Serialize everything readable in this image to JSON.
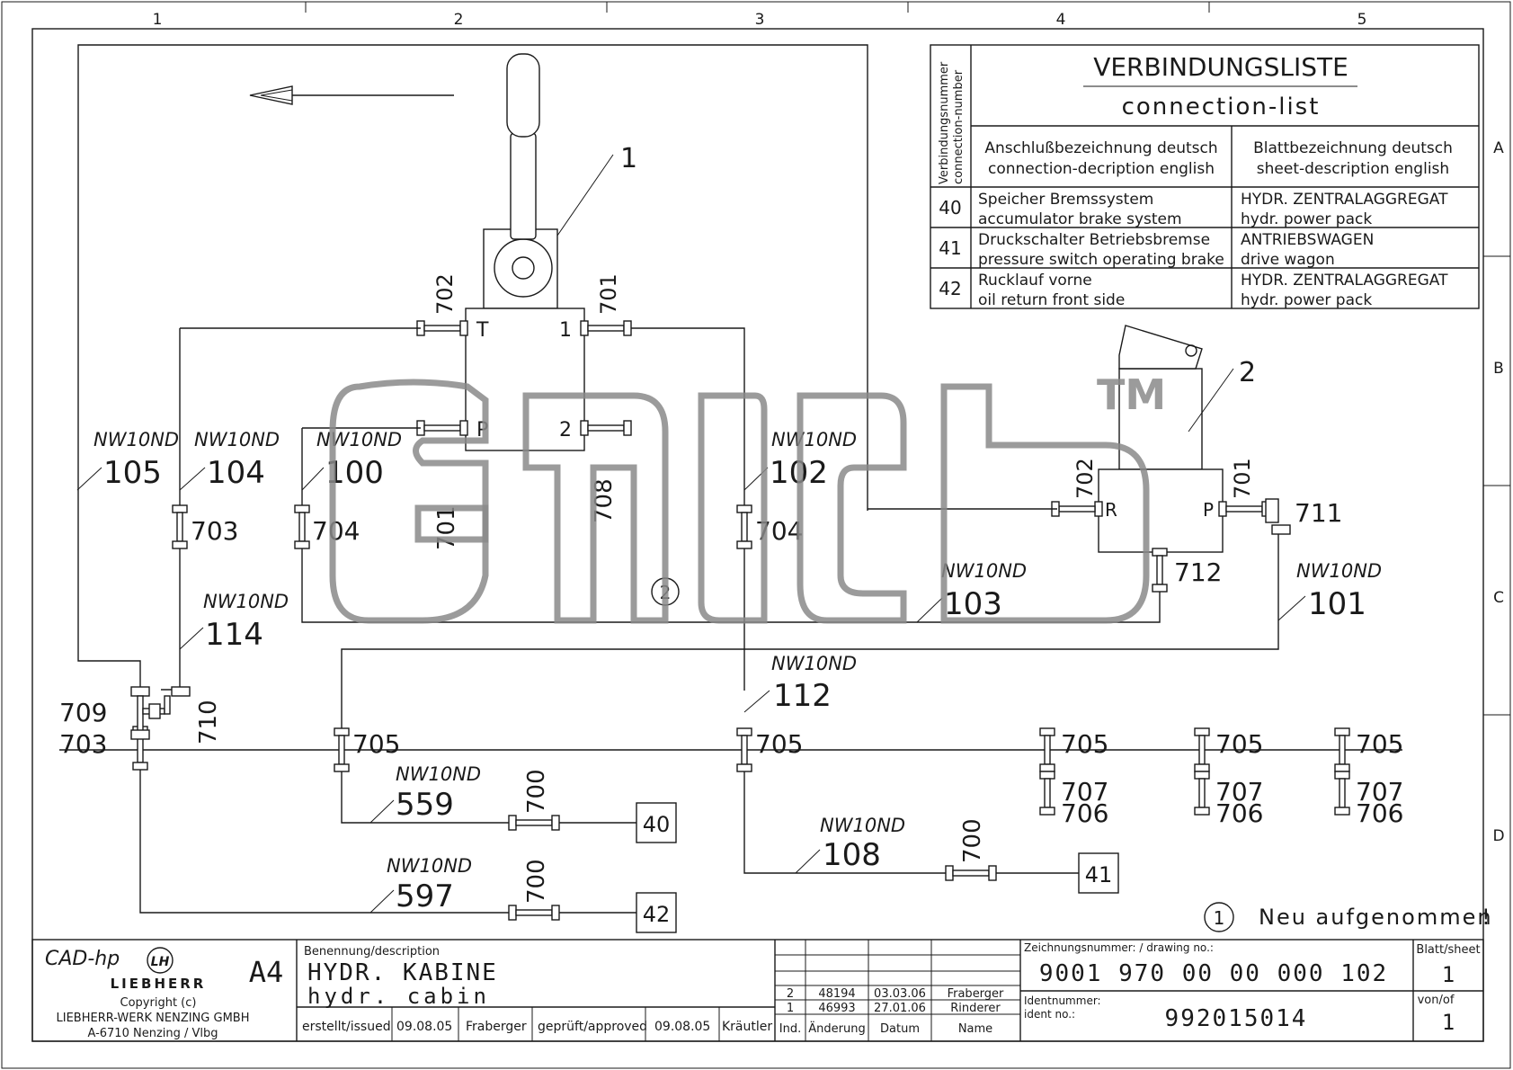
{
  "grid": {
    "columns": [
      "1",
      "2",
      "3",
      "4",
      "5"
    ],
    "rows": [
      "A",
      "B",
      "C",
      "D"
    ]
  },
  "connection_list": {
    "title_de": "VERBINDUNGSLISTE",
    "title_en": "connection-list",
    "col_number_de": "Verbindungsnummer",
    "col_number_en": "connection-number",
    "col_conn_de": "Anschlußbezeichnung deutsch",
    "col_conn_en": "connection-decription english",
    "col_sheet_de": "Blattbezeichnung deutsch",
    "col_sheet_en": "sheet-description english",
    "rows": [
      {
        "num": "40",
        "conn_de": "Speicher Bremssystem",
        "conn_en": "accumulator brake system",
        "sheet_de": "HYDR. ZENTRALAGGREGAT",
        "sheet_en": "hydr. power pack"
      },
      {
        "num": "41",
        "conn_de": "Druckschalter Betriebsbremse",
        "conn_en": "pressure switch operating brake",
        "sheet_de": "ANTRIEBSWAGEN",
        "sheet_en": "drive wagon"
      },
      {
        "num": "42",
        "conn_de": "Rucklauf vorne",
        "conn_en": "oil return front side",
        "sheet_de": "HYDR. ZENTRALAGGREGAT",
        "sheet_en": "hydr. power pack"
      }
    ]
  },
  "components": {
    "valve1": {
      "ref": "1",
      "port_t": "T",
      "port_1": "1",
      "port_p": "P",
      "port_2": "2",
      "fit_702": "702",
      "fit_701": "701"
    },
    "valve2": {
      "ref": "2",
      "port_r": "R",
      "port_p": "P",
      "fit_702": "702",
      "fit_701": "701",
      "fit_711": "711",
      "fit_712": "712"
    }
  },
  "pipe_spec": "NW10ND",
  "pipes": [
    "105",
    "104",
    "100",
    "102",
    "103",
    "101",
    "114",
    "112",
    "559",
    "108",
    "597"
  ],
  "fittings": {
    "f703": "703",
    "f704": "704",
    "f705": "705",
    "f709": "709",
    "f710": "710",
    "f700": "700",
    "f707": "707",
    "f706": "706",
    "f708": "708",
    "f701": "701"
  },
  "connectors": [
    "40",
    "41",
    "42"
  ],
  "note": {
    "mark": "2",
    "rev_mark": "1",
    "text": "Neu aufgenommen",
    "excl": "!"
  },
  "watermark": "TM",
  "title_block": {
    "cad": "CAD-hp",
    "brand": "LIEBHERR",
    "copyright": "Copyright (c)",
    "company": "LIEBHERR-WERK NENZING GMBH",
    "address": "A-6710 Nenzing / Vlbg",
    "format": "A4",
    "desc_label": "Benennung/description",
    "desc_de": "HYDR. KABINE",
    "desc_en": "hydr. cabin",
    "issued_label": "erstellt/issued",
    "issued_date": "09.08.05",
    "issued_by": "Fraberger",
    "approved_label": "geprüft/approved",
    "approved_date": "09.08.05",
    "approved_by": "Kräutler",
    "revisions": [
      {
        "ind": "2",
        "change": "48194",
        "date": "03.03.06",
        "name": "Fraberger"
      },
      {
        "ind": "1",
        "change": "46993",
        "date": "27.01.06",
        "name": "Rinderer"
      }
    ],
    "rev_head": {
      "ind": "Ind.",
      "change": "Änderung",
      "date": "Datum",
      "name": "Name"
    },
    "drawing_no_label": "Zeichnungsnummer: / drawing no.:",
    "drawing_no": "9001 970 00 00 000 102",
    "ident_label_de": "Identnummer:",
    "ident_label_en": "ident no.:",
    "ident_no": "992015014",
    "sheet_label": "Blatt/sheet",
    "sheet": "1",
    "of_label": "von/of",
    "of": "1"
  }
}
